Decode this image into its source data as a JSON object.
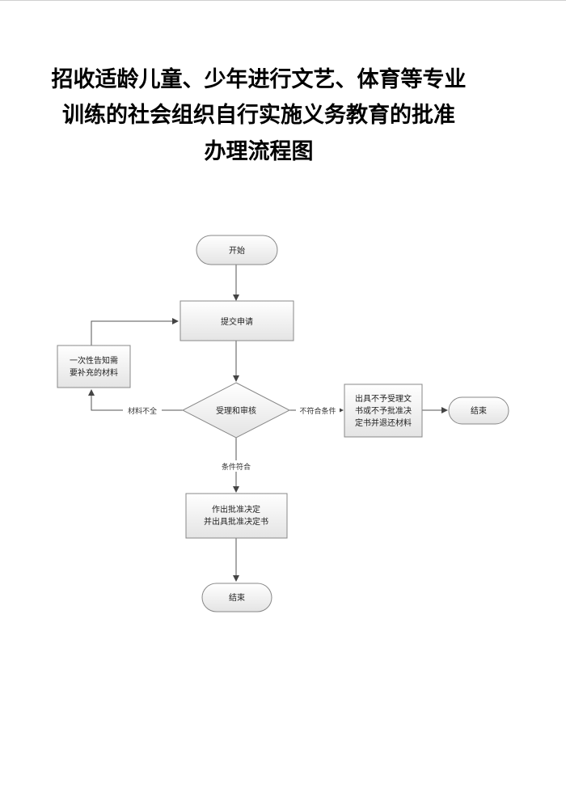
{
  "title": {
    "line1": "招收适龄儿童、少年进行文艺、体育等专业",
    "line2": "训练的社会组织自行实施义务教育的批准",
    "line3": "办理流程图"
  },
  "nodes": {
    "start": "开始",
    "submit": "提交申请",
    "notify_line1": "一次性告知需",
    "notify_line2": "要补充的材料",
    "review": "受理和审核",
    "reject_line1": "出具不予受理文",
    "reject_line2": "书或不予批准决",
    "reject_line3": "定书并退还材料",
    "end_right": "结束",
    "approve_line1": "作出批准决定",
    "approve_line2": "并出具批准决定书",
    "end_bottom": "结束"
  },
  "edges": {
    "incomplete": "材料不全",
    "not_qualified": "不符合条件",
    "qualified": "条件符合"
  }
}
